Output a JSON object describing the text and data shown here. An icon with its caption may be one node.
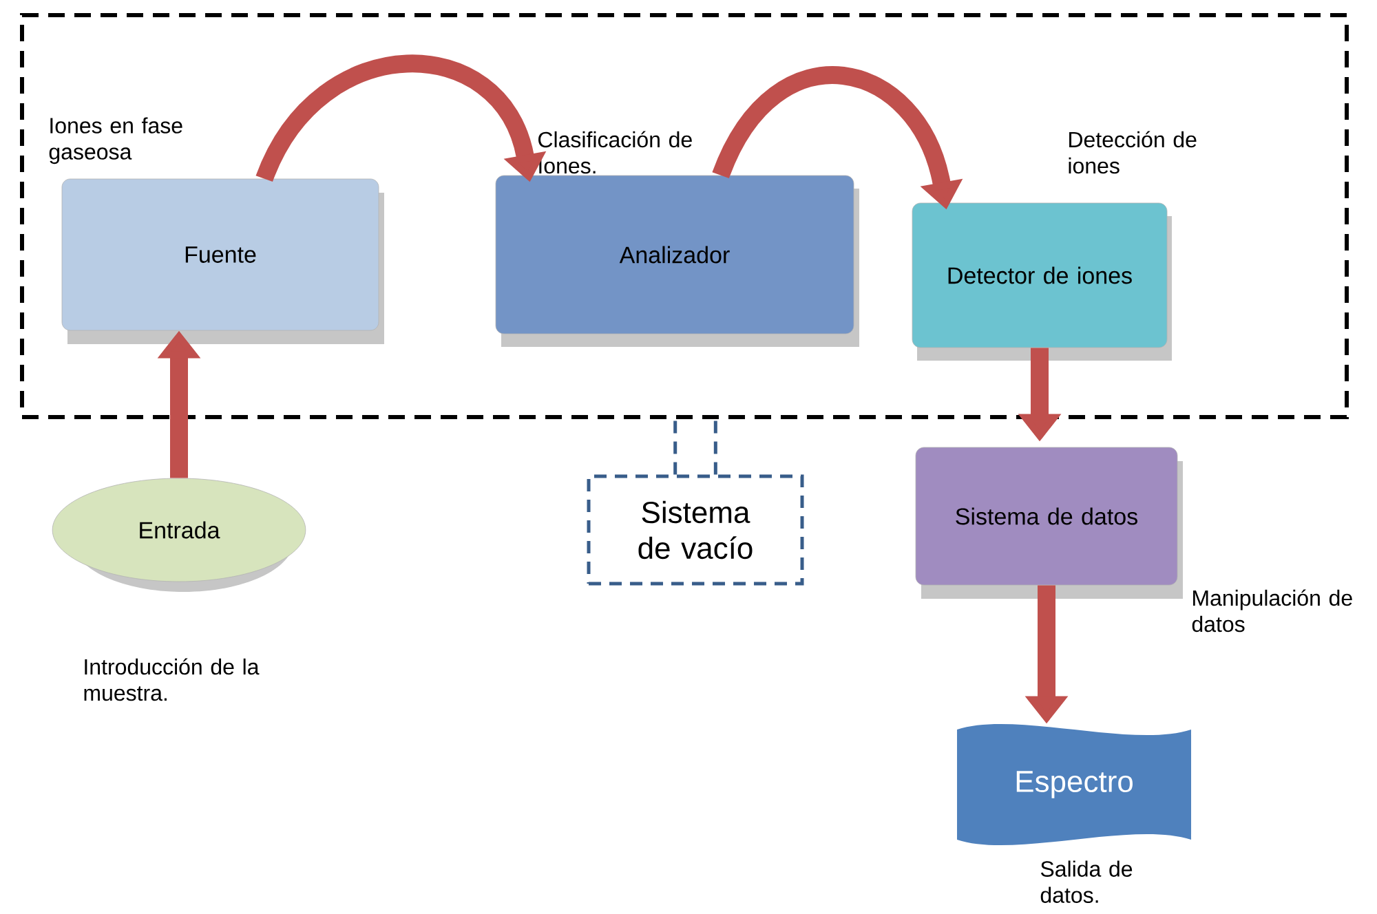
{
  "diagram": {
    "nodes": [
      {
        "text": [],
        "shape": "box"
      },
      {
        "text": [
          "Fuente"
        ],
        "beside": [
          "Iones en fase gaseosa"
        ],
        "in": 0
      },
      {
        "text": [
          "Analizador"
        ],
        "beside": [
          "Clasificación de Iones."
        ],
        "in": 0
      },
      {
        "text": [
          "Detector de iones"
        ],
        "beside": [
          "Detección de iones"
        ],
        "in": 0
      },
      {
        "text": [
          "Entrada"
        ],
        "beside": [
          "Introducción de la muestra."
        ]
      },
      {
        "text": [
          "Sistema de vacío"
        ]
      },
      {
        "text": [
          "Sistema de datos"
        ],
        "beside": [
          "Manipulación de datos"
        ]
      },
      {
        "text": [
          "Espectro"
        ],
        "beside": [
          "Salida de datos."
        ]
      }
    ],
    "edges": [
      {
        "from": 4,
        "to": 1,
        "arrow": "to"
      },
      {
        "from": 1,
        "to": 2,
        "arrow": "to"
      },
      {
        "from": 2,
        "to": 3,
        "arrow": "to"
      },
      {
        "from": 3,
        "to": 6,
        "arrow": "to"
      },
      {
        "from": 6,
        "to": 7,
        "arrow": "to"
      },
      {
        "from": 5,
        "to": 0,
        "arrow": "none",
        "style": "dashed",
        "color": "#385d8a"
      },
      {
        "from": 5,
        "to": 0,
        "arrow": "none",
        "style": "dashed",
        "color": "#385d8a"
      }
    ]
  }
}
